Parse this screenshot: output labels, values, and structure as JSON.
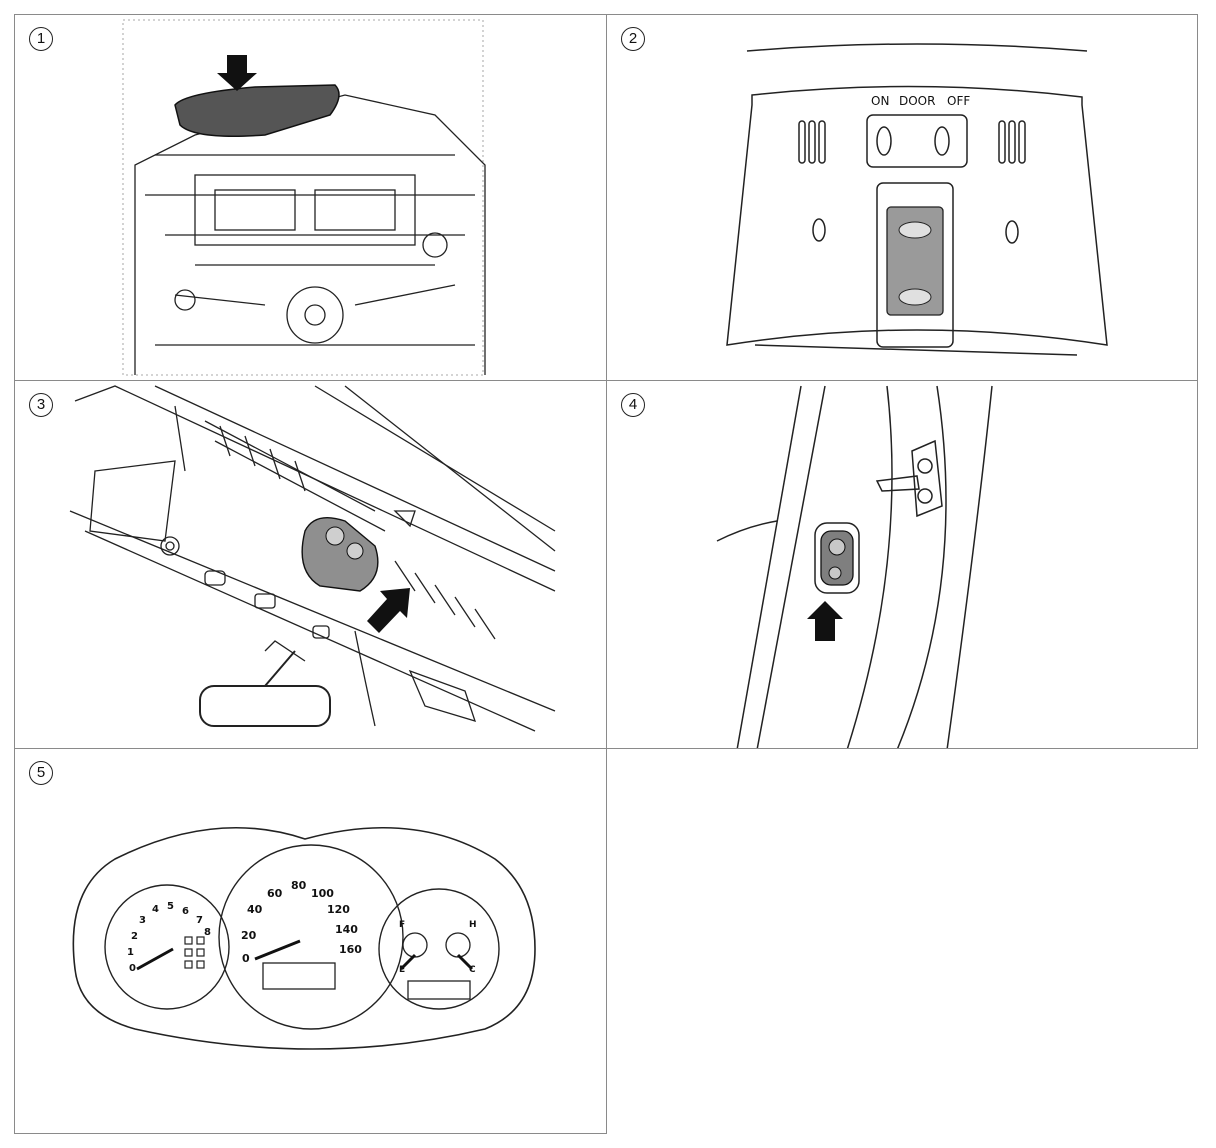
{
  "panels": [
    {
      "number": "1",
      "icon": "engine-bay-fusebox-icon"
    },
    {
      "number": "2",
      "icon": "map-lamp-switch-icon"
    },
    {
      "number": "3",
      "icon": "overhead-harness-connector-icon"
    },
    {
      "number": "4",
      "icon": "door-switch-icon"
    },
    {
      "number": "5",
      "icon": "instrument-cluster-icon"
    }
  ],
  "map_lamp": {
    "labels": [
      "ON",
      "DOOR",
      "OFF"
    ]
  },
  "tachometer": {
    "ticks": [
      "0",
      "1",
      "2",
      "3",
      "4",
      "5",
      "6",
      "7",
      "8"
    ]
  },
  "speedometer": {
    "ticks": [
      "0",
      "20",
      "40",
      "60",
      "80",
      "100",
      "120",
      "140",
      "160"
    ]
  },
  "gauges": {
    "fuel": [
      "F",
      "E"
    ],
    "temp": [
      "H",
      "C"
    ]
  },
  "colors": {
    "line": "#222222",
    "border": "#8a8a8a"
  }
}
